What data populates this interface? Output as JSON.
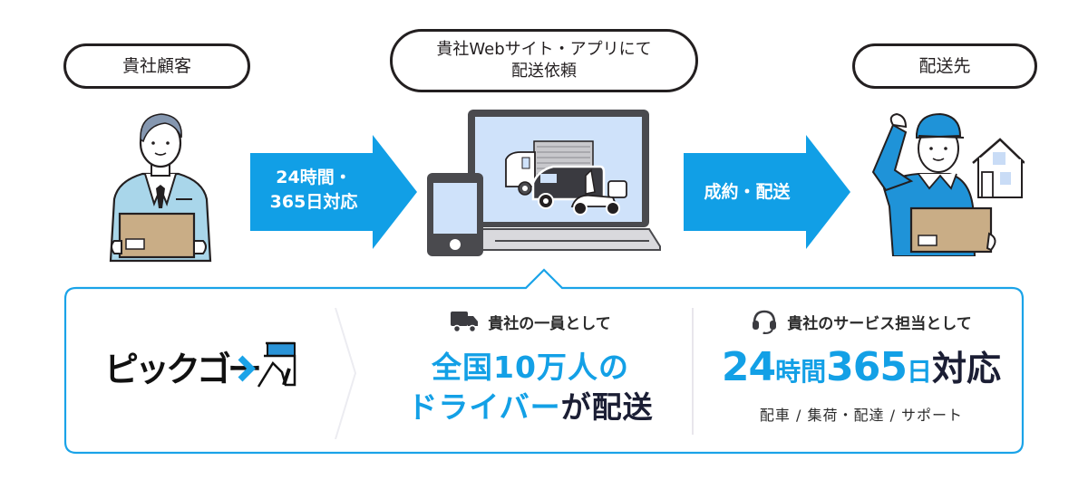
{
  "colors": {
    "accent_blue": "#13a0e6",
    "box_border": "#1aa3e8",
    "pill_border": "#231f20",
    "dark_text": "#1b1e34"
  },
  "flow": {
    "stages": [
      {
        "label": "貴社顧客"
      },
      {
        "label_line1": "貴社Webサイト・アプリにて",
        "label_line2": "配送依頼"
      },
      {
        "label": "配送先"
      }
    ],
    "arrows": [
      {
        "line1": "24時間・",
        "line2": "365日対応"
      },
      {
        "line1": "成約・配送"
      }
    ],
    "illustrations": [
      {
        "name": "customer-holding-box"
      },
      {
        "name": "smartphone-and-laptop-with-truck-van-scooter"
      },
      {
        "name": "delivery-driver-with-box-and-house"
      }
    ]
  },
  "info_box": {
    "logo_text": "ピックゴー",
    "left_column": {
      "icon": "truck-icon",
      "heading": "貴社の一員として",
      "big_line1": "全国10万人の",
      "big_line2_blue": "ドライバー",
      "big_line2_dark": "が配送"
    },
    "right_column": {
      "icon": "headset-icon",
      "heading": "貴社のサービス担当として",
      "big_num1": "24",
      "big_kanji1": "時間",
      "big_num2": "365",
      "big_kanji2": "日",
      "big_dark": "対応",
      "sub": "配車 / 集荷・配達 / サポート"
    }
  }
}
